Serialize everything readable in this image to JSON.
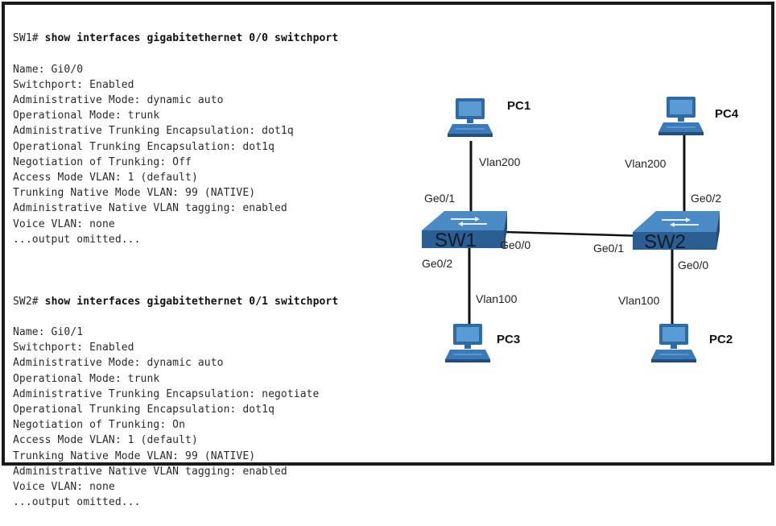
{
  "cli": {
    "block1": {
      "prompt": "SW1#",
      "command": "show interfaces gigabitethernet 0/0 switchport",
      "lines": [
        "Name: Gi0/0",
        "Switchport: Enabled",
        "Administrative Mode: dynamic auto",
        "Operational Mode: trunk",
        "Administrative Trunking Encapsulation: dot1q",
        "Operational Trunking Encapsulation: dot1q",
        "Negotiation of Trunking: Off",
        "Access Mode VLAN: 1 (default)",
        "Trunking Native Mode VLAN: 99 (NATIVE)",
        "Administrative Native VLAN tagging: enabled",
        "Voice VLAN: none",
        "...output omitted..."
      ]
    },
    "block2": {
      "prompt": "SW2#",
      "command": "show interfaces gigabitethernet 0/1 switchport",
      "lines": [
        "Name: Gi0/1",
        "Switchport: Enabled",
        "Administrative Mode: dynamic auto",
        "Operational Mode: trunk",
        "Administrative Trunking Encapsulation: negotiate",
        "Operational Trunking Encapsulation: dot1q",
        "Negotiation of Trunking: On",
        "Access Mode VLAN: 1 (default)",
        "Trunking Native Mode VLAN: 99 (NATIVE)",
        "Administrative Native VLAN tagging: enabled",
        "Voice VLAN: none",
        "...output omitted..."
      ]
    }
  },
  "topology": {
    "switches": {
      "sw1": "SW1",
      "sw2": "SW2"
    },
    "pcs": {
      "pc1": "PC1",
      "pc2": "PC2",
      "pc3": "PC3",
      "pc4": "PC4"
    },
    "links": {
      "pc1_vlan": "Vlan200",
      "pc4_vlan": "Vlan200",
      "pc3_vlan": "Vlan100",
      "pc2_vlan": "Vlan100",
      "sw1_up": "Ge0/1",
      "sw1_trunk": "Ge0/0",
      "sw1_down": "Ge0/2",
      "sw2_trunk": "Ge0/1",
      "sw2_up": "Ge0/2",
      "sw2_down": "Ge0/0"
    }
  },
  "colors": {
    "switch_top": "#3d7bb5",
    "switch_front": "#2b5f93",
    "pc_screen": "#3a7ab8",
    "pc_body": "#2e6aa4"
  }
}
